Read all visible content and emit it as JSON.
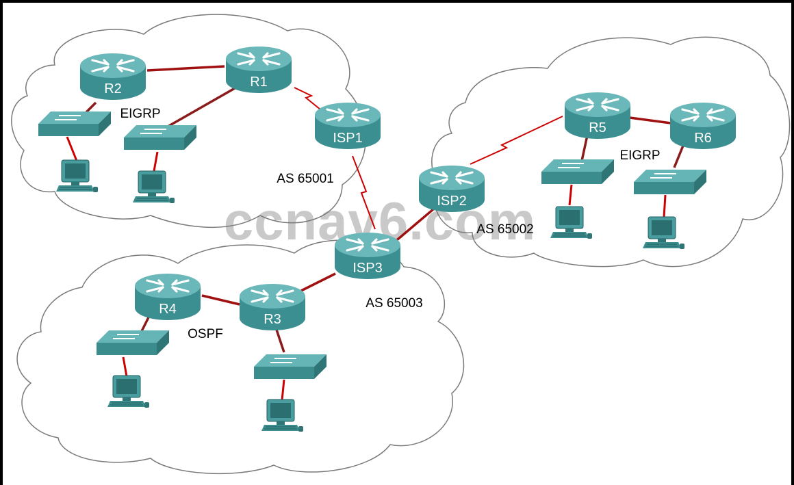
{
  "watermark": "ccnav6.com",
  "colors": {
    "link": "#cc0000",
    "router_top": "#5fb3b4",
    "router_body": "#3c8f90",
    "switch": "#4a9d9e",
    "cloud_stroke": "#7a7a7a",
    "border": "#000000"
  },
  "routers": {
    "r1": "R1",
    "r2": "R2",
    "r3": "R3",
    "r4": "R4",
    "r5": "R5",
    "r6": "R6",
    "isp1": "ISP1",
    "isp2": "ISP2",
    "isp3": "ISP3"
  },
  "labels": {
    "eigrp_left": "EIGRP",
    "eigrp_right": "EIGRP",
    "ospf": "OSPF",
    "as_65001": "AS 65001",
    "as_65002": "AS 65002",
    "as_65003": "AS 65003"
  },
  "connections": [
    {
      "from": "R2",
      "to": "R1",
      "type": "ethernet"
    },
    {
      "from": "R1",
      "to": "ISP1",
      "type": "serial"
    },
    {
      "from": "ISP1",
      "to": "ISP3",
      "type": "serial"
    },
    {
      "from": "ISP2",
      "to": "R5",
      "type": "serial"
    },
    {
      "from": "ISP2",
      "to": "ISP3",
      "type": "ethernet"
    },
    {
      "from": "R5",
      "to": "R6",
      "type": "ethernet"
    },
    {
      "from": "ISP3",
      "to": "R3",
      "type": "ethernet"
    },
    {
      "from": "R3",
      "to": "R4",
      "type": "ethernet"
    }
  ]
}
